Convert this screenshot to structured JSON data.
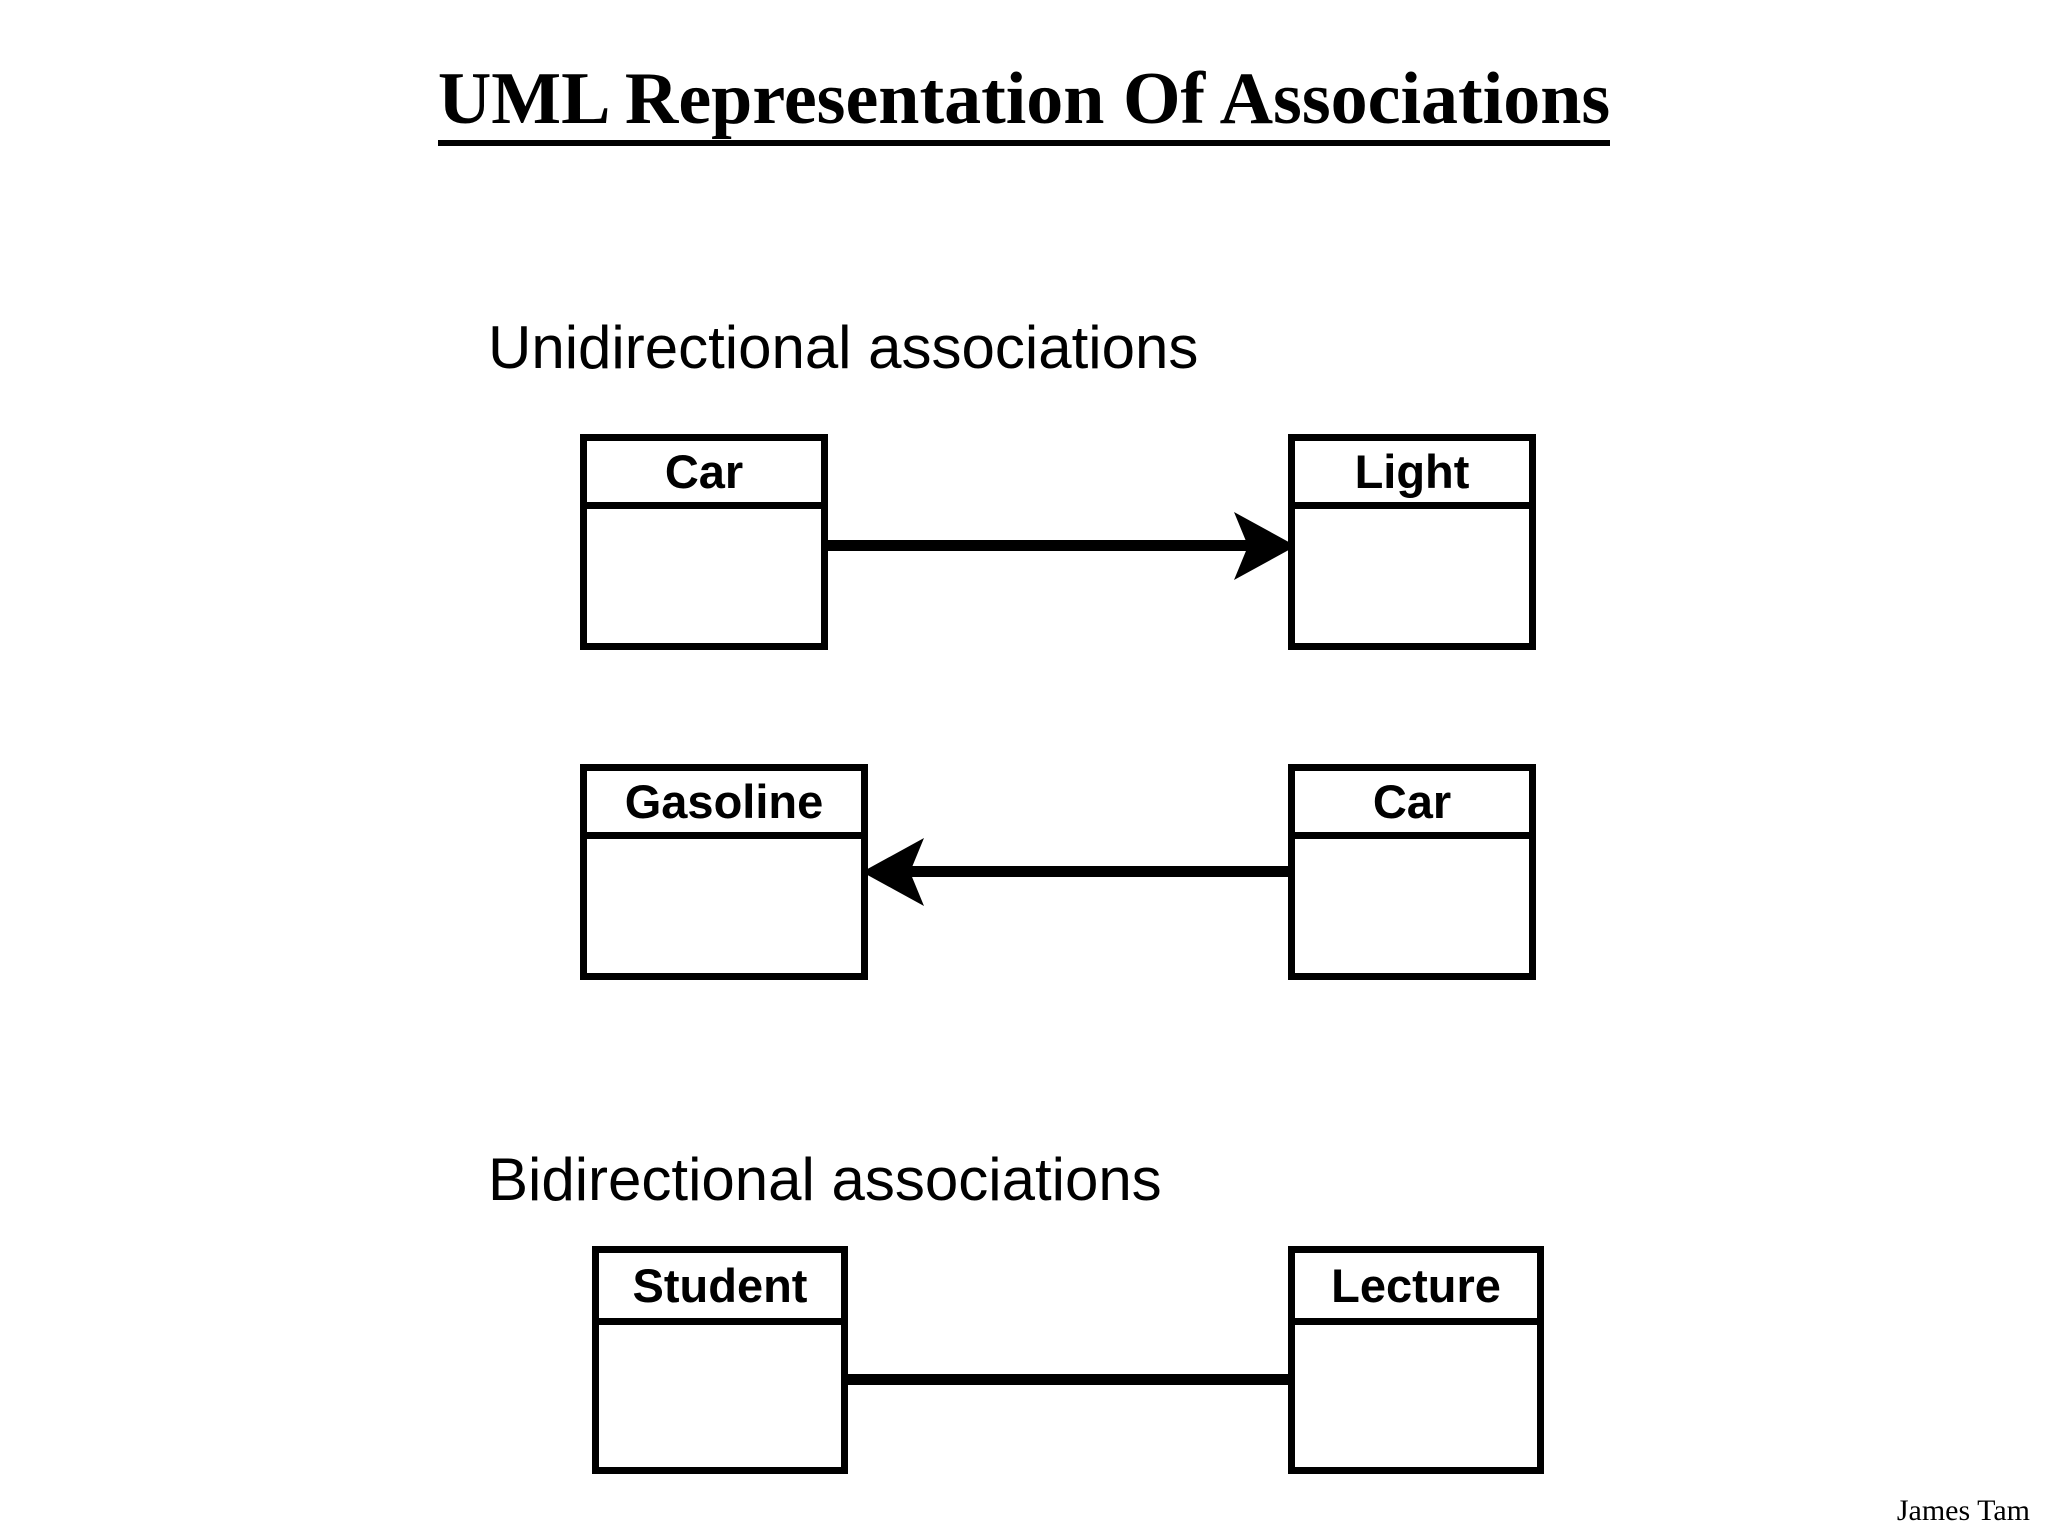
{
  "slide": {
    "title": "UML Representation Of Associations",
    "footer_credit": "James Tam",
    "background_color": "#ffffff",
    "line_color": "#000000",
    "text_color": "#000000"
  },
  "sections": [
    {
      "heading": "Unidirectional associations",
      "diagrams": [
        {
          "left_class": "Car",
          "right_class": "Light",
          "connector": "arrow-right",
          "arrow_icon": "arrow-right-icon"
        },
        {
          "left_class": "Gasoline",
          "right_class": "Car",
          "connector": "arrow-left",
          "arrow_icon": "arrow-left-icon"
        }
      ]
    },
    {
      "heading": "Bidirectional associations",
      "diagrams": [
        {
          "left_class": "Student",
          "right_class": "Lecture",
          "connector": "plain-line",
          "arrow_icon": "none"
        }
      ]
    }
  ]
}
